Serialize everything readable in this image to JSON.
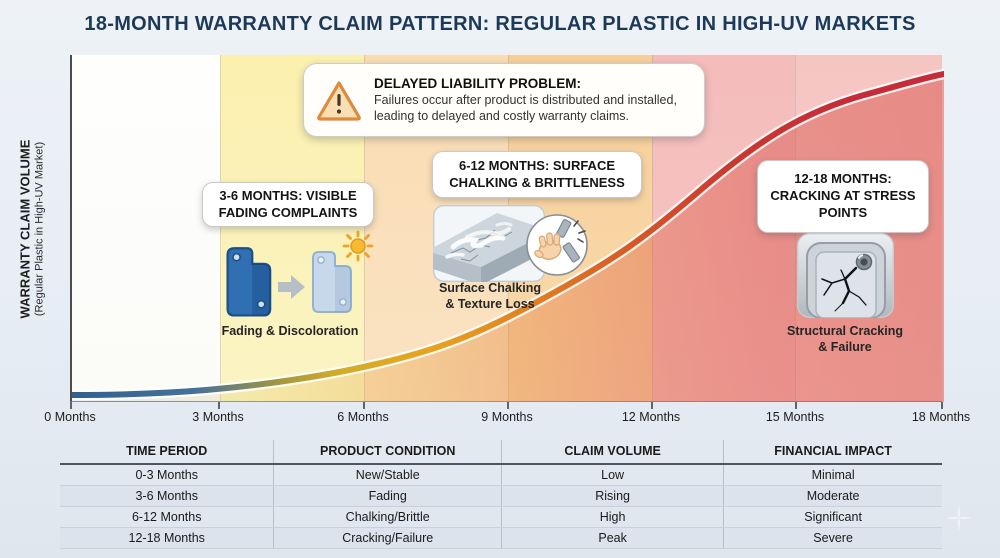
{
  "page_title": "18-MONTH WARRANTY CLAIM PATTERN: REGULAR PLASTIC IN HIGH-UV MARKETS",
  "y_axis": {
    "line1": "WARRANTY CLAIM VOLUME",
    "line2": "(Regular Plastic in High-UV Market)"
  },
  "x_axis": {
    "labels": [
      "0 Months",
      "3 Months",
      "6 Months",
      "9 Months",
      "12 Months",
      "15 Months",
      "18 Months"
    ]
  },
  "warning_callout": {
    "icon": "warning-triangle-icon",
    "title": "DELAYED LIABILITY PROBLEM:",
    "body_line1": "Failures occur after product is distributed and installed,",
    "body_line2": "leading to delayed and costly warranty claims."
  },
  "callouts": {
    "fading": {
      "title_line1": "3-6 MONTHS: VISIBLE",
      "title_line2": "FADING COMPLAINTS",
      "caption": "Fading & Discoloration"
    },
    "chalking": {
      "title_line1": "6-12 MONTHS: SURFACE",
      "title_line2": "CHALKING & BRITTLENESS",
      "caption_line1": "Surface Chalking",
      "caption_line2": "& Texture Loss"
    },
    "cracking": {
      "title_line1": "12-18 MONTHS:",
      "title_line2": "CRACKING AT STRESS",
      "title_line3": "POINTS",
      "caption_line1": "Structural Cracking",
      "caption_line2": "& Failure"
    }
  },
  "table": {
    "headers": [
      "TIME PERIOD",
      "PRODUCT CONDITION",
      "CLAIM VOLUME",
      "FINANCIAL IMPACT"
    ],
    "rows": [
      [
        "0-3 Months",
        "New/Stable",
        "Low",
        "Minimal"
      ],
      [
        "3-6 Months",
        "Fading",
        "Rising",
        "Moderate"
      ],
      [
        "6-12 Months",
        "Chalking/Brittle",
        "High",
        "Significant"
      ],
      [
        "12-18 Months",
        "Cracking/Failure",
        "Peak",
        "Severe"
      ]
    ]
  },
  "chart_data": {
    "type": "area",
    "title": "18-MONTH WARRANTY CLAIM PATTERN: REGULAR PLASTIC IN HIGH-UV MARKETS",
    "xlabel": "",
    "ylabel": "WARRANTY CLAIM VOLUME (Regular Plastic in High-UV Market)",
    "x_tick_labels": [
      "0 Months",
      "3 Months",
      "6 Months",
      "9 Months",
      "12 Months",
      "15 Months",
      "18 Months"
    ],
    "x_months": [
      0,
      3,
      6,
      9,
      12,
      15,
      18
    ],
    "series": [
      {
        "name": "Warranty claim volume (relative, estimated from curve)",
        "values": [
          2,
          3,
          10,
          24,
          49,
          80,
          94
        ]
      }
    ],
    "ylim": [
      0,
      100
    ],
    "grid": false,
    "legend_position": "none",
    "curve_style": "s-curve, gradient stroke blue-gold-orange-red with white halo and tinted area fill below",
    "zones": [
      {
        "x_range": [
          0,
          3
        ],
        "color": "#fdfdfc",
        "phase": "New/Stable"
      },
      {
        "x_range": [
          3,
          6
        ],
        "color": "#fbf2ba",
        "phase": "Visible fading complaints"
      },
      {
        "x_range": [
          6,
          9
        ],
        "color": "#f9dfbd",
        "phase": "Surface chalking & brittleness"
      },
      {
        "x_range": [
          9,
          12
        ],
        "color": "#f8d5a4",
        "phase": "Surface chalking & brittleness"
      },
      {
        "x_range": [
          12,
          15
        ],
        "color": "#f5c2c0",
        "phase": "Cracking at stress points"
      },
      {
        "x_range": [
          15,
          18
        ],
        "color": "#f6cbc7",
        "phase": "Cracking at stress points"
      }
    ],
    "annotations": [
      "DELAYED LIABILITY PROBLEM: Failures occur after product is distributed and installed, leading to delayed and costly warranty claims.",
      "3-6 MONTHS: VISIBLE FADING COMPLAINTS — Fading & Discoloration",
      "6-12 MONTHS: SURFACE CHALKING & BRITTLENESS — Surface Chalking & Texture Loss",
      "12-18 MONTHS: CRACKING AT STRESS POINTS — Structural Cracking & Failure"
    ]
  },
  "colors": {
    "background": "#e9eef4",
    "title": "#1c3a57",
    "curve_blue": "#33618e",
    "curve_gold": "#e2a81f",
    "curve_orange": "#da5b27",
    "curve_red": "#c42d38",
    "table_alt_row": "#dce3ec"
  },
  "decorations": {
    "sparkle": "four-point-star"
  }
}
